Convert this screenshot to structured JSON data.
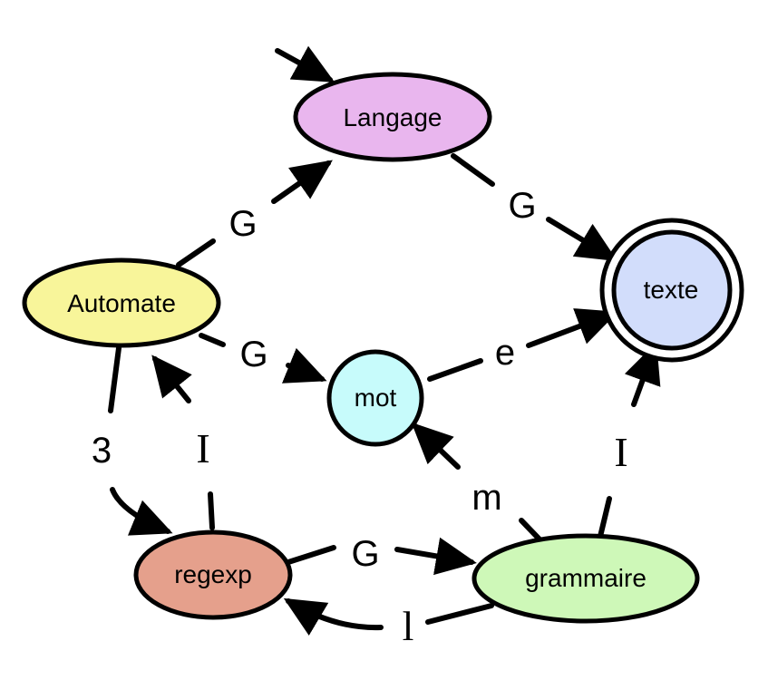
{
  "nodes": {
    "langage": {
      "label": "Langage",
      "color": "#E9B6EE"
    },
    "automate": {
      "label": "Automate",
      "color": "#F8F59A"
    },
    "texte": {
      "label": "texte",
      "color": "#D2DDFB"
    },
    "mot": {
      "label": "mot",
      "color": "#C7FBFB"
    },
    "regexp": {
      "label": "regexp",
      "color": "#E5A08C"
    },
    "grammaire": {
      "label": "grammaire",
      "color": "#CEF8B8"
    }
  },
  "edges": {
    "automate_langage": {
      "label": "G"
    },
    "langage_texte": {
      "label": "G"
    },
    "automate_mot": {
      "label": "G"
    },
    "mot_texte": {
      "label": "e"
    },
    "automate_regexp": {
      "label": "3"
    },
    "regexp_automate": {
      "label": "I"
    },
    "regexp_grammaire": {
      "label": "G"
    },
    "grammaire_regexp": {
      "label": "l"
    },
    "grammaire_mot": {
      "label": "m"
    },
    "grammaire_texte": {
      "label": "I"
    }
  }
}
